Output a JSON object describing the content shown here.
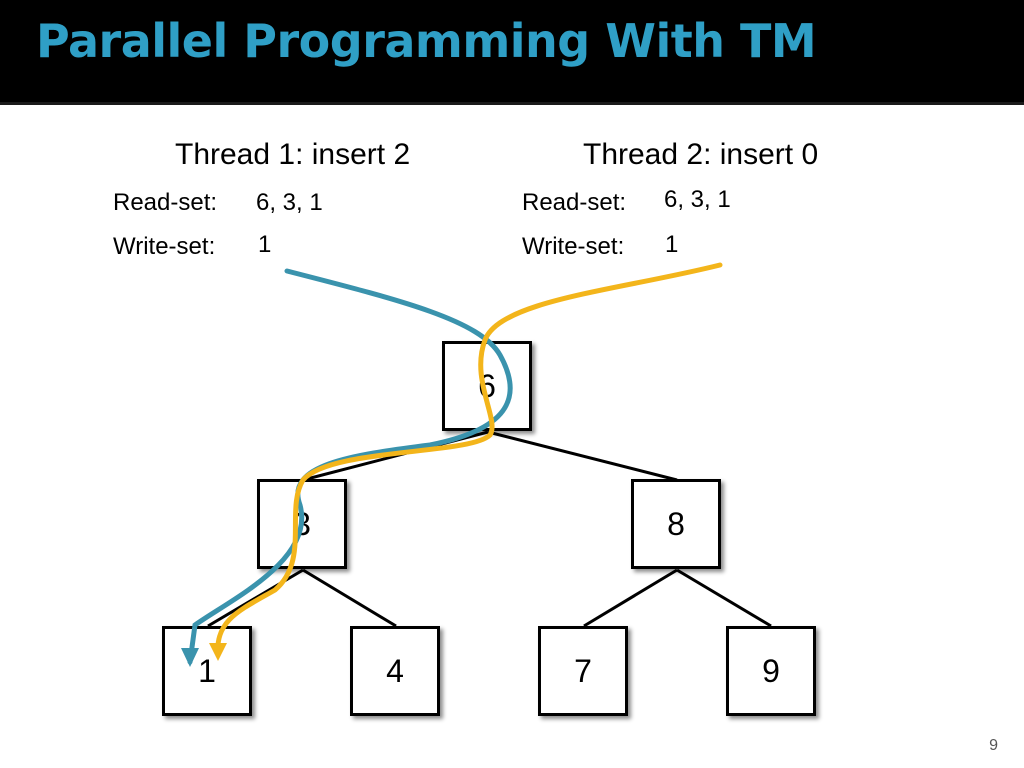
{
  "slide": {
    "title": "Parallel Programming With TM",
    "page_number": "9"
  },
  "threads": [
    {
      "heading": "Thread 1: insert 2",
      "read_label": "Read-set:",
      "read_value": "6, 3, 1",
      "write_label": "Write-set:",
      "write_value": "1",
      "path_color": "#3a93ad",
      "path_nodes": [
        "6",
        "3",
        "1"
      ]
    },
    {
      "heading": "Thread 2: insert 0",
      "read_label": "Read-set:",
      "read_value": "6, 3, 1",
      "write_label": "Write-set:",
      "write_value": "1",
      "path_color": "#f3b51b",
      "path_nodes": [
        "6",
        "3",
        "1"
      ]
    }
  ],
  "tree": {
    "nodes": [
      {
        "id": "n6",
        "value": "6"
      },
      {
        "id": "n3",
        "value": "3"
      },
      {
        "id": "n8",
        "value": "8"
      },
      {
        "id": "n1",
        "value": "1"
      },
      {
        "id": "n4",
        "value": "4"
      },
      {
        "id": "n7",
        "value": "7"
      },
      {
        "id": "n9",
        "value": "9"
      }
    ],
    "edges": [
      [
        "n6",
        "n3"
      ],
      [
        "n6",
        "n8"
      ],
      [
        "n3",
        "n1"
      ],
      [
        "n3",
        "n4"
      ],
      [
        "n8",
        "n7"
      ],
      [
        "n8",
        "n9"
      ]
    ]
  }
}
